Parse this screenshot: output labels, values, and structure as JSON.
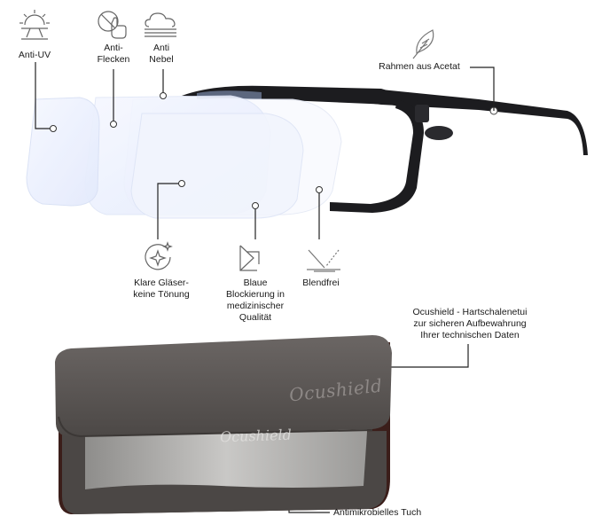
{
  "labels": {
    "anti_uv": "Anti-UV",
    "anti_smudge": "Anti-\nFlecken",
    "anti_fog": "Anti\nNebel",
    "acetate_frame": "Rahmen aus Acetat",
    "clear_lenses": "Klare Gläser-\nkeine Tönung",
    "blue_blocking": "Blaue\nBlockierung in\nmedizinischer\nQualität",
    "anti_glare": "Blendfrei",
    "hard_case": "Ocushield - Hartschalenetui\nzur sicheren Aufbewahrung\nIhrer technischen Daten",
    "cloth": "Antimikrobielles Tuch"
  },
  "brand": {
    "logo_text": "Ocushield"
  },
  "icons": {
    "anti_uv": "sun-icon",
    "anti_smudge": "no-touch-icon",
    "anti_fog": "cloud-icon",
    "acetate_frame": "feather-icon",
    "clear_lenses": "sparkle-circle-icon",
    "blue_blocking": "shield-arrow-icon",
    "anti_glare": "glare-icon"
  },
  "colors": {
    "frame": "#1c1c1f",
    "case": "#5a5654",
    "case_interior": "#3b1e1a",
    "lens_tint": "#e8eefb",
    "line": "#222222"
  }
}
